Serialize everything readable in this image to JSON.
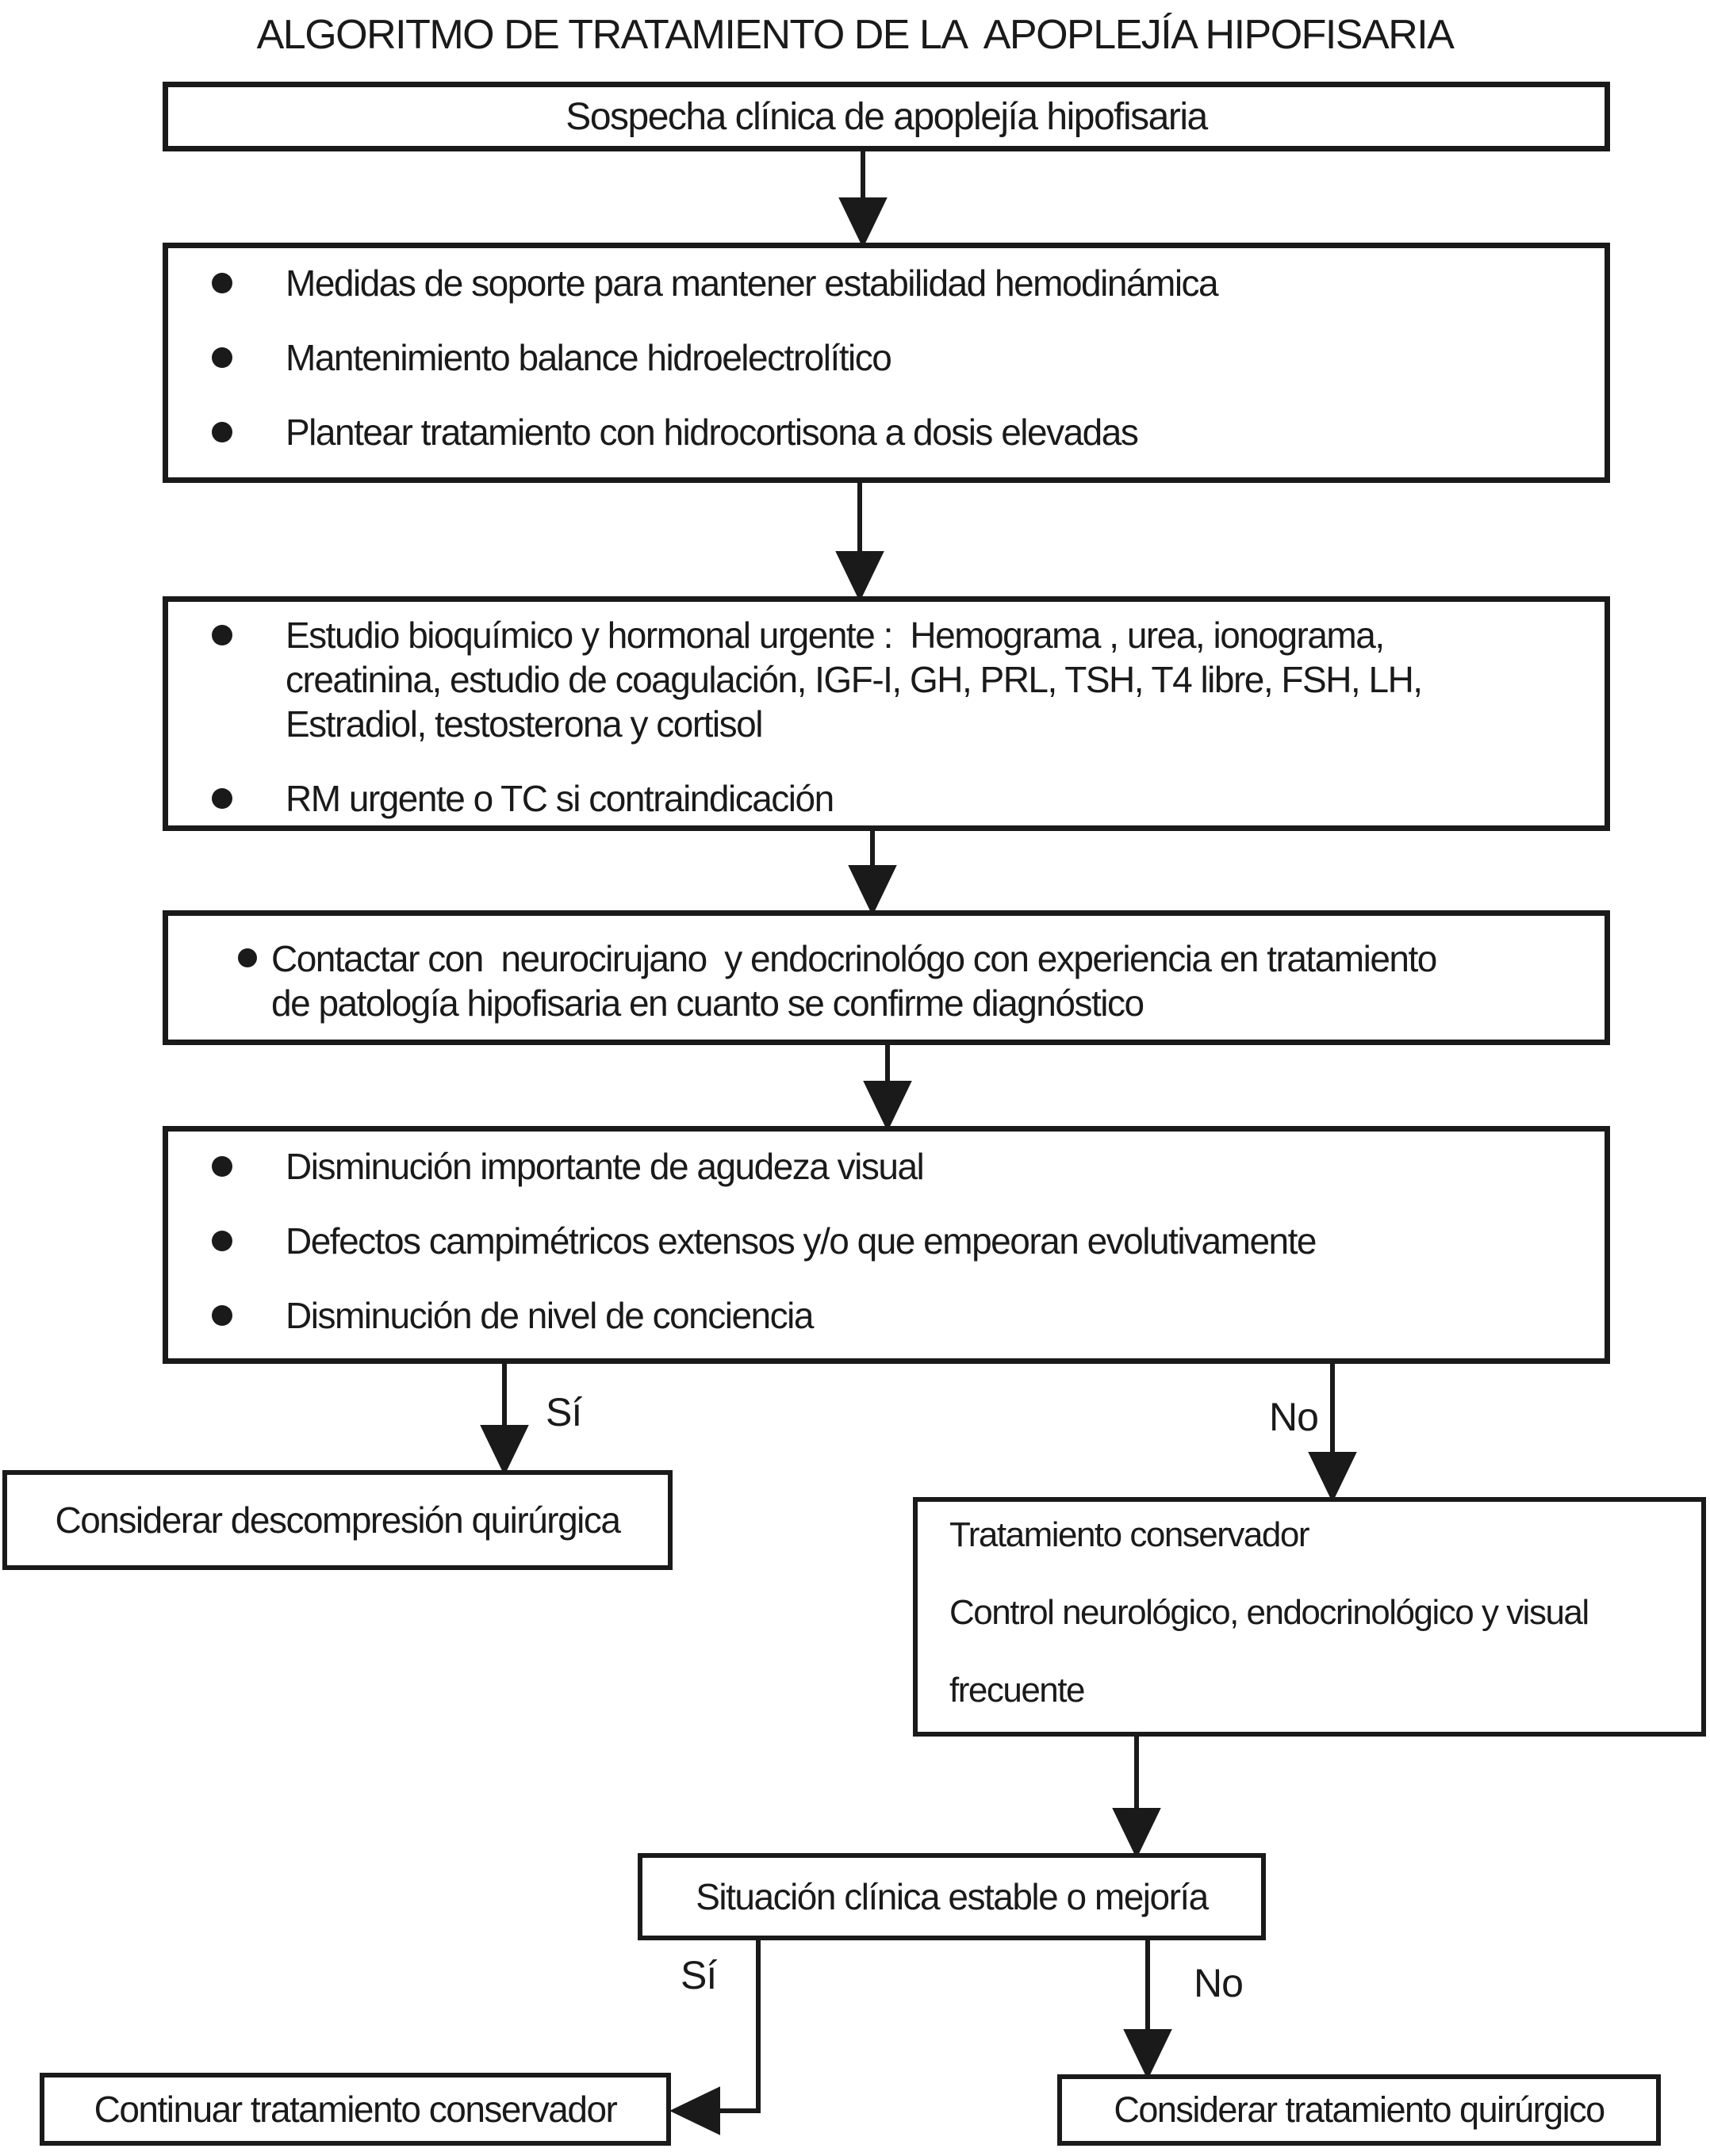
{
  "title": "ALGORITMO DE TRATAMIENTO DE LA  APOPLEJÍA HIPOFISARIA",
  "nodes": {
    "sospecha": {
      "text": "Sospecha clínica de apoplejía hipofisaria"
    },
    "soporte": {
      "bullets": [
        "Medidas de soporte para mantener estabilidad hemodinámica",
        "Mantenimiento balance hidroelectrolítico",
        "Plantear tratamiento con hidrocortisona a dosis elevadas"
      ]
    },
    "estudio": {
      "bullets": [
        "Estudio bioquímico y hormonal urgente :  Hemograma , urea, ionograma,\ncreatinina, estudio de coagulación, IGF-I, GH, PRL, TSH, T4 libre, FSH, LH,\nEstradiol, testosterona y cortisol",
        "RM urgente o TC si contraindicación"
      ]
    },
    "contactar": {
      "bullets": [
        "Contactar con  neurocirujano  y endocrinológo con experiencia en tratamiento\nde patología hipofisaria en cuanto se confirme diagnóstico"
      ]
    },
    "criterios": {
      "bullets": [
        "Disminución importante de agudeza visual",
        "Defectos campimétricos extensos y/o que empeoran evolutivamente",
        "Disminución de nivel de conciencia"
      ]
    },
    "descompresion": {
      "text": "Considerar descompresión quirúrgica"
    },
    "conservador": {
      "lines": [
        "Tratamiento conservador",
        "Control neurológico, endocrinológico y visual",
        "frecuente"
      ]
    },
    "situacion": {
      "text": "Situación clínica estable o mejoría"
    },
    "continuar": {
      "text": "Continuar tratamiento conservador"
    },
    "quirurgico": {
      "text": "Considerar tratamiento quirúrgico"
    }
  },
  "labels": {
    "yes_upper": "Sí",
    "no_upper": "No",
    "yes_lower": "Sí",
    "no_lower": "No"
  },
  "colors": {
    "line": "#1a1a1a",
    "background": "#ffffff",
    "text": "#1a1a1a"
  }
}
